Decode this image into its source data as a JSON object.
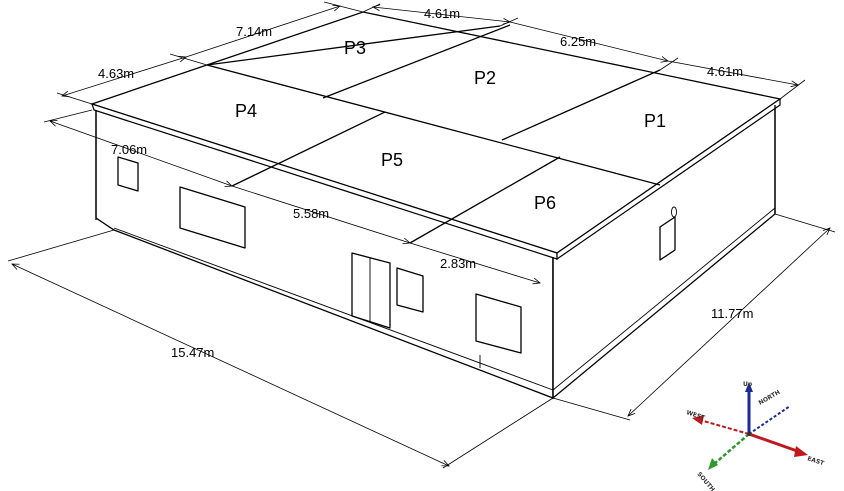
{
  "zones": [
    "P1",
    "P2",
    "P3",
    "P4",
    "P5",
    "P6"
  ],
  "dimensions": {
    "top_a": "4.61m",
    "top_b": "6.25m",
    "top_c": "4.61m",
    "left_a": "7.14m",
    "left_b": "4.63m",
    "inner_a": "7.06m",
    "inner_b": "5.58m",
    "inner_c": "2.83m",
    "length": "15.47m",
    "width": "11.77m"
  },
  "compass": {
    "up": "Up",
    "north": "NORTH",
    "east": "EAST",
    "south": "SOUTH",
    "west": "WEST"
  },
  "colors": {
    "up_axis": "#1a2a9c",
    "north_axis": "#1a2a9c",
    "east_axis": "#c0181e",
    "west_axis": "#c0181e",
    "south_axis": "#2d9a2d"
  }
}
